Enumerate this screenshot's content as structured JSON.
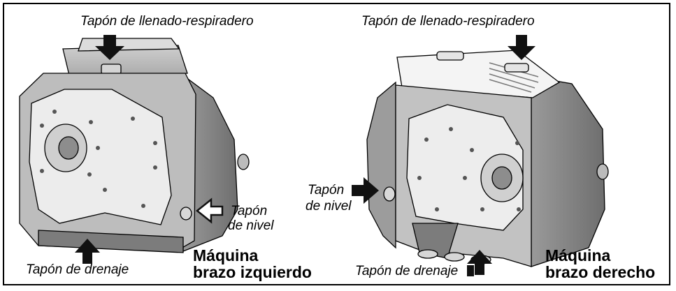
{
  "left_machine": {
    "fill_plug": "Tapón de llenado-respiradero",
    "level_plug_line1": "Tapón",
    "level_plug_line2": "de nivel",
    "drain_plug": "Tapón de drenaje",
    "title_line1": "Máquina",
    "title_line2": "brazo izquierdo"
  },
  "right_machine": {
    "fill_plug": "Tapón de llenado-respiradero",
    "level_plug_line1": "Tapón",
    "level_plug_line2": "de nivel",
    "drain_plug": "Tapón de drenaje",
    "title_line1": "Máquina",
    "title_line2": "brazo derecho"
  },
  "colors": {
    "body_light": "#e6e6e6",
    "body_mid": "#b4b4b4",
    "body_dark": "#8a8a8a",
    "outline": "#000000",
    "arrow": "#111111"
  }
}
